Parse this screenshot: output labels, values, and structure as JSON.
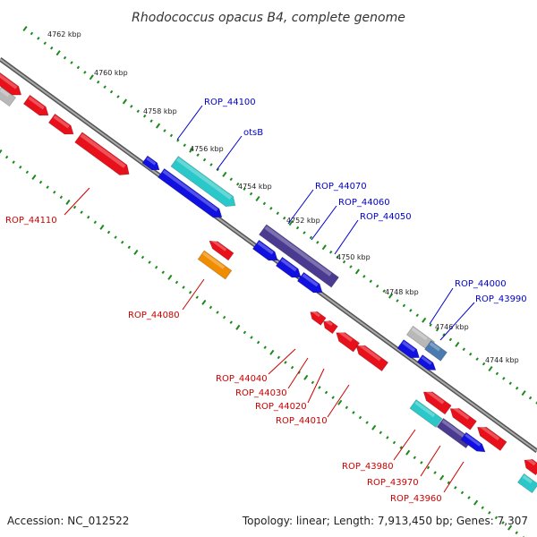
{
  "title": "Rhodococcus opacus B4, complete genome",
  "footer": {
    "accession": "Accession: NC_012522",
    "topology": "Topology: linear; Length: 7,913,450 bp; Genes: 7,307"
  },
  "colors": {
    "backbone": "#777777",
    "tick_dots": "#1a8a1a",
    "red": "#e8101a",
    "cyan": "#2ac8c8",
    "blue": "#1010e0",
    "purple": "#4a3a90",
    "orange": "#f08c00",
    "gray": "#b8b8b8",
    "steel": "#4a7ab0",
    "label_blue": "#0000cc",
    "label_red": "#cc0000"
  },
  "ticks": [
    {
      "label": "4762 kbp"
    },
    {
      "label": "4760 kbp"
    },
    {
      "label": "4758 kbp"
    },
    {
      "label": "4756 kbp"
    },
    {
      "label": "4754 kbp"
    },
    {
      "label": "4752 kbp"
    },
    {
      "label": "4750 kbp"
    },
    {
      "label": "4748 kbp"
    },
    {
      "label": "4746 kbp"
    },
    {
      "label": "4744 kbp"
    }
  ],
  "gene_labels": [
    {
      "text": "ROP_44100",
      "color": "blue"
    },
    {
      "text": "otsB",
      "color": "blue"
    },
    {
      "text": "ROP_44070",
      "color": "blue"
    },
    {
      "text": "ROP_44060",
      "color": "blue"
    },
    {
      "text": "ROP_44050",
      "color": "blue"
    },
    {
      "text": "ROP_44000",
      "color": "blue"
    },
    {
      "text": "ROP_43990",
      "color": "blue"
    },
    {
      "text": "ROP_44110",
      "color": "red"
    },
    {
      "text": "ROP_44080",
      "color": "red"
    },
    {
      "text": "ROP_44040",
      "color": "red"
    },
    {
      "text": "ROP_44030",
      "color": "red"
    },
    {
      "text": "ROP_44020",
      "color": "red"
    },
    {
      "text": "ROP_44010",
      "color": "red"
    },
    {
      "text": "ROP_43980",
      "color": "red"
    },
    {
      "text": "ROP_43970",
      "color": "red"
    },
    {
      "text": "ROP_43960",
      "color": "red"
    }
  ]
}
